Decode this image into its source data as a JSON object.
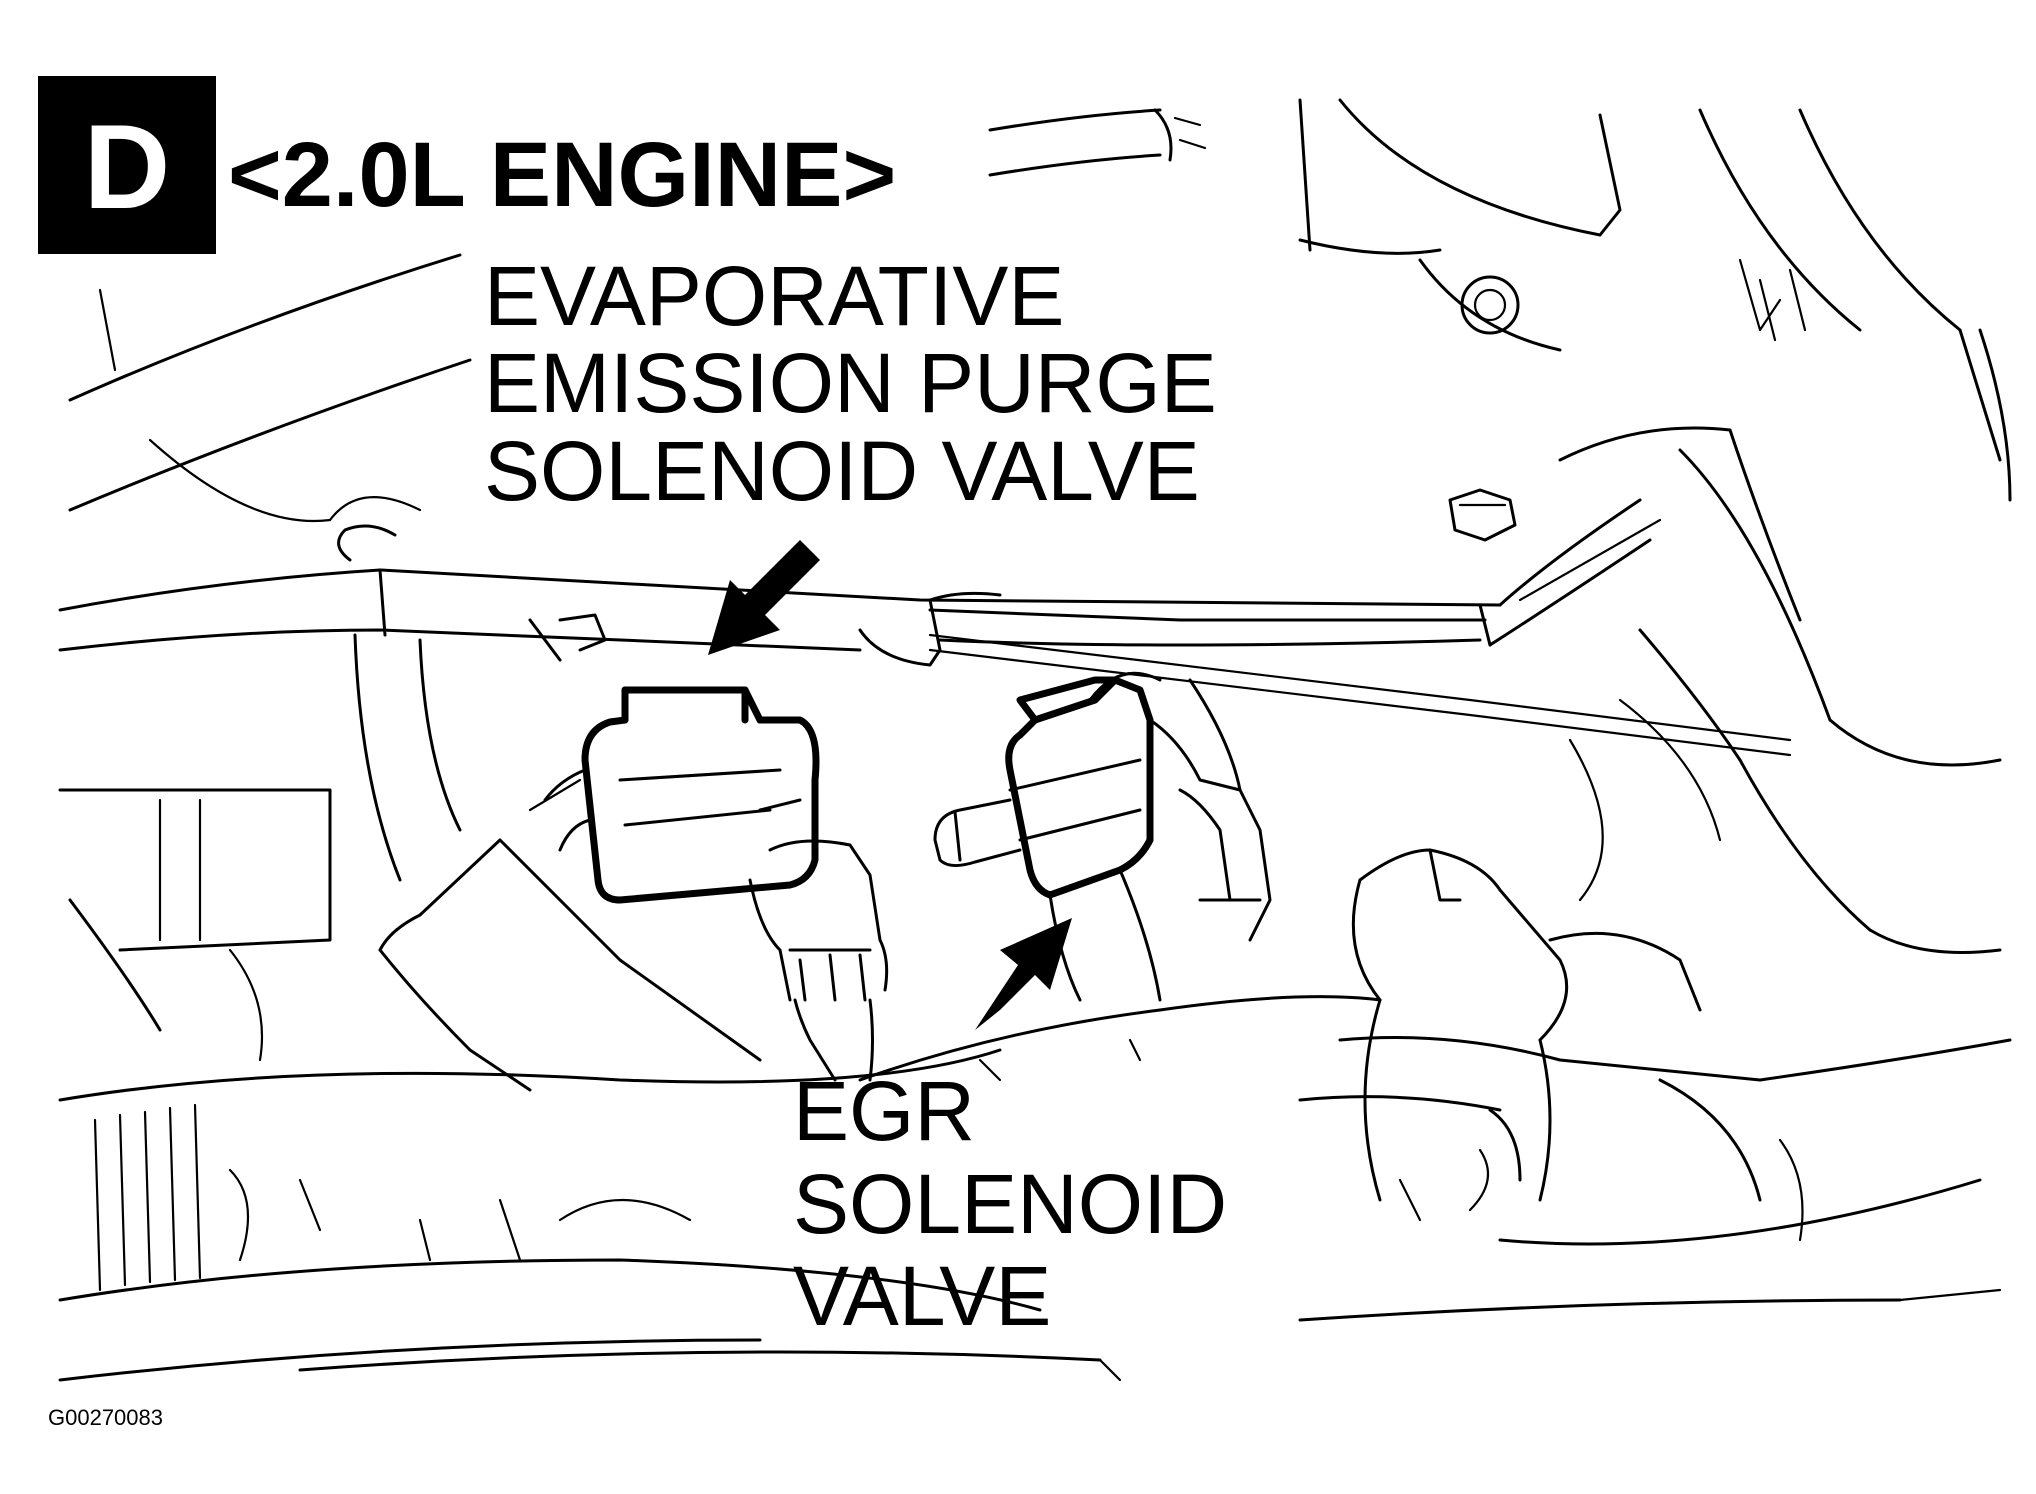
{
  "badge": {
    "letter": "D"
  },
  "title": "<2.0L ENGINE>",
  "callouts": {
    "evap": {
      "lines": [
        "EVAPORATIVE",
        "EMISSION PURGE",
        "SOLENOID VALVE"
      ]
    },
    "egr": {
      "lines": [
        "EGR",
        "SOLENOID",
        "VALVE"
      ]
    }
  },
  "figure_code": "G00270083",
  "icons": {
    "evap_pointer": "arrow-down-left-icon",
    "egr_pointer": "arrow-up-right-icon"
  }
}
